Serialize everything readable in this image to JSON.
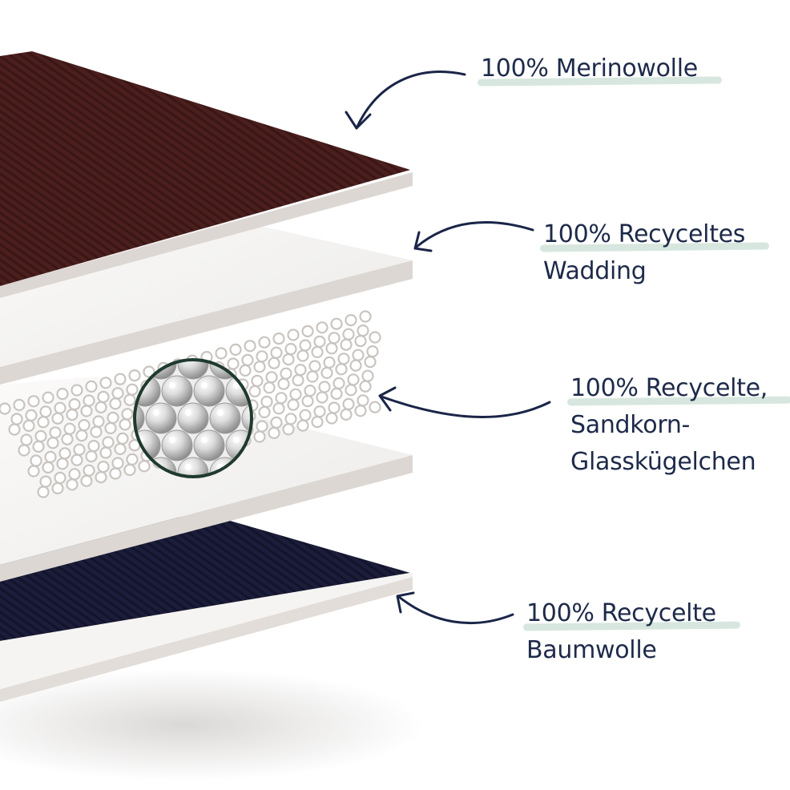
{
  "labels": {
    "merino": {
      "line1": "100% Merinowolle"
    },
    "wadding": {
      "line1": "100% Recyceltes",
      "line2": "Wadding"
    },
    "glass": {
      "line1": "100% Recycelte,",
      "line2": "Sandkorn-",
      "line3": "Glasskügelchen"
    },
    "cotton": {
      "line1": "100% Recycelte",
      "line2": "Baumwolle"
    }
  },
  "colors": {
    "merino": "#4a1f1e",
    "cotton": "#1b1d3a",
    "layer": "#f4f2f0",
    "edge": "#d9d4cf",
    "text": "#1e2a4a",
    "highlight": "#c9dfd4",
    "ring": "#1f3a2e"
  }
}
